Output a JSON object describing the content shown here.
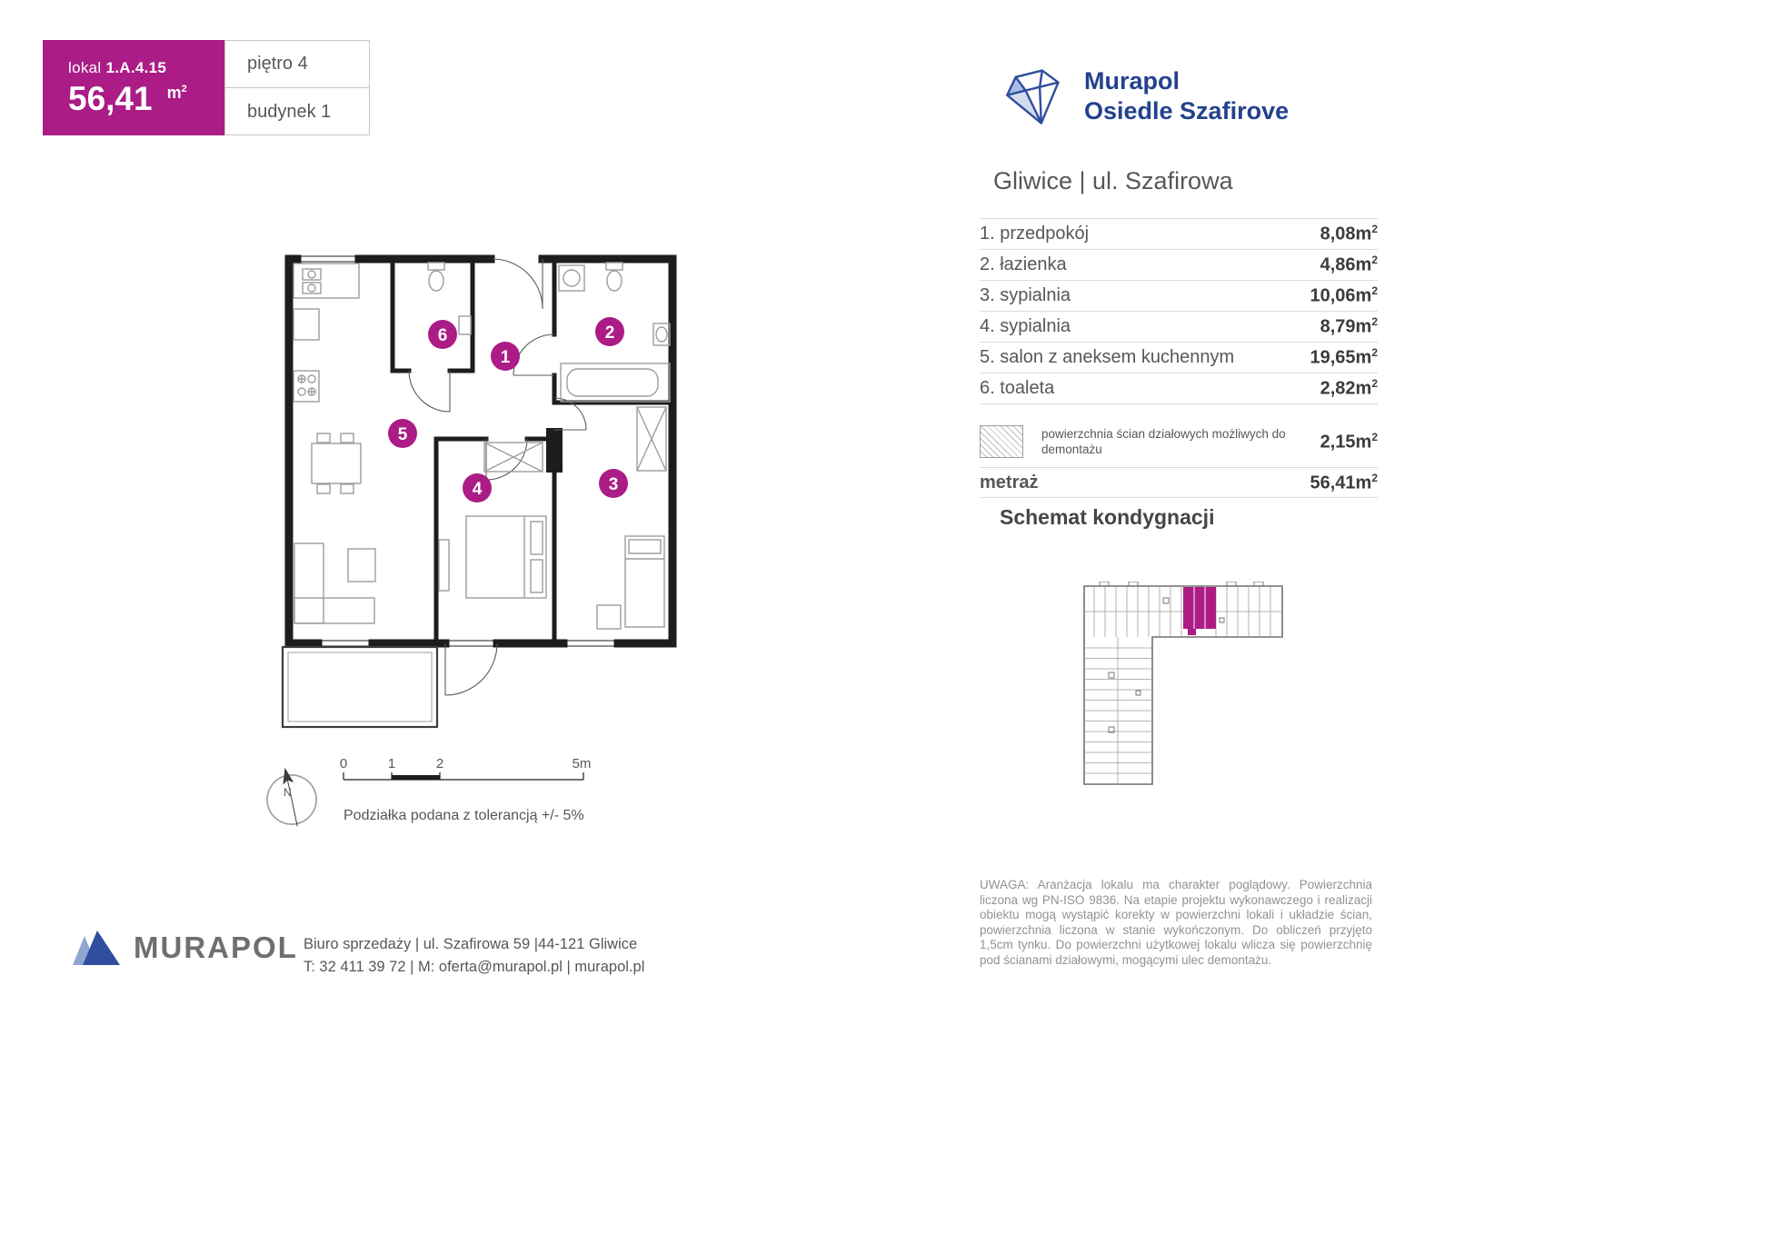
{
  "units": {
    "m": "m",
    "sup": "2"
  },
  "header": {
    "lokal_label": "lokal",
    "lokal_number": "1.A.4.15",
    "area_value": "56,41",
    "floor": "piętro 4",
    "building": "budynek 1"
  },
  "brand": {
    "line1": "Murapol",
    "line2": "Osiedle Szafirove",
    "location": "Gliwice | ul. Szafirowa"
  },
  "rooms": [
    {
      "label": "1. przedpokój",
      "area": "8,08"
    },
    {
      "label": "2. łazienka",
      "area": "4,86"
    },
    {
      "label": "3. sypialnia",
      "area": "10,06"
    },
    {
      "label": "4. sypialnia",
      "area": "8,79"
    },
    {
      "label": "5. salon z aneksem kuchennym",
      "area": "19,65"
    },
    {
      "label": "6. toaleta",
      "area": "2,82"
    }
  ],
  "summary": {
    "demontaz_line1": "powierzchnia ścian działowych możliwych do",
    "demontaz_line2": "demontażu",
    "demontaz_area": "2,15",
    "metraz_label": "metraż",
    "metraz_value": "56,41"
  },
  "schematic": {
    "title": "Schemat kondygnacji"
  },
  "plan": {
    "markers": [
      {
        "n": "1"
      },
      {
        "n": "2"
      },
      {
        "n": "3"
      },
      {
        "n": "4"
      },
      {
        "n": "5"
      },
      {
        "n": "6"
      }
    ]
  },
  "scale": {
    "t0": "0",
    "t1": "1",
    "t2": "2",
    "t5": "5m",
    "note": "Podziałka podana z tolerancją +/- 5%"
  },
  "compass": {
    "n": "N"
  },
  "footer": {
    "logo_text": "MURAPOL",
    "address_line1": "Biuro sprzedaży | ul. Szafirowa 59 |44-121 Gliwice",
    "address_line2": "T: 32 411 39 72 | M: oferta@murapol.pl | murapol.pl",
    "disclaimer": "UWAGA: Aranżacja lokalu ma charakter poglądowy. Powierzchnia liczona wg PN-ISO 9836. Na etapie projektu wykonawczego i realizacji obiektu mogą wystąpić korekty w powierzchni lokali i układzie ścian, powierzchnia liczona w stanie wykończonym. Do obliczeń przyjęto 1,5cm tynku. Do powierzchni użytkowej lokalu wlicza się powierzchnię pod ścianami działowymi, mogącymi ulec demontażu."
  }
}
